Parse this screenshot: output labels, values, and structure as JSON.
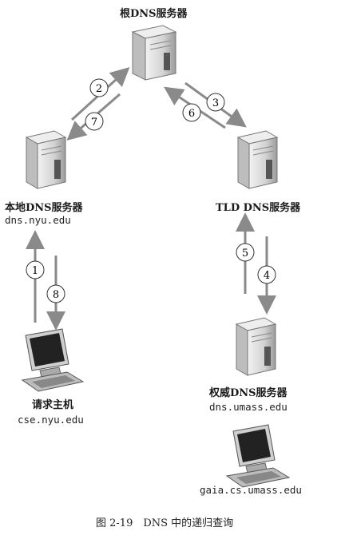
{
  "nodes": {
    "root": {
      "label": "根DNS服务器"
    },
    "local": {
      "label": "本地DNS服务器",
      "host": "dns.nyu.edu"
    },
    "tld": {
      "label": "TLD DNS服务器"
    },
    "auth": {
      "label": "权威DNS服务器",
      "host": "dns.umass.edu"
    },
    "requester": {
      "label": "请求主机",
      "host": "cse.nyu.edu"
    },
    "target": {
      "host": "gaia.cs.umass.edu"
    }
  },
  "steps": [
    "1",
    "2",
    "3",
    "4",
    "5",
    "6",
    "7",
    "8"
  ],
  "caption": "图 2-19　DNS 中的递归查询",
  "colors": {
    "arrow": "#8a8a8a",
    "server": "#d9d9d9",
    "dark": "#2b2b2b"
  }
}
